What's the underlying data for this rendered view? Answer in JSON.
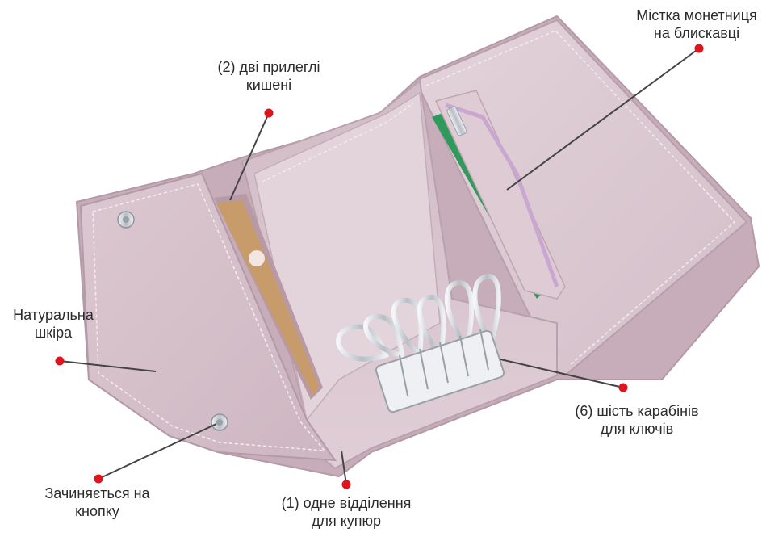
{
  "colors": {
    "leather": "#d7c2cc",
    "leather_dark": "#b9a1ad",
    "leather_shadow": "#a88f9c",
    "stitch": "#f2e8ec",
    "marker": "#e0141c",
    "leader": "#444444",
    "metal": "#d9dde2",
    "card_green": "#2f9a5c",
    "zipper": "#c9a7d0"
  },
  "callouts": {
    "coin_pocket": {
      "line1": "Містка монетниця",
      "line2": "на блискавці"
    },
    "two_pockets": {
      "line1": "(2) дві прилеглі",
      "line2": "кишені"
    },
    "leather": {
      "line1": "Натуральна",
      "line2": "шкіра"
    },
    "clasp": {
      "line1": "Зачиняється на",
      "line2": "кнопку"
    },
    "bill_compartment": {
      "line1": "(1) одне відділення",
      "line2": "для купюр"
    },
    "carabiners": {
      "line1": "(6) шість карабінів",
      "line2": "для ключів"
    }
  }
}
